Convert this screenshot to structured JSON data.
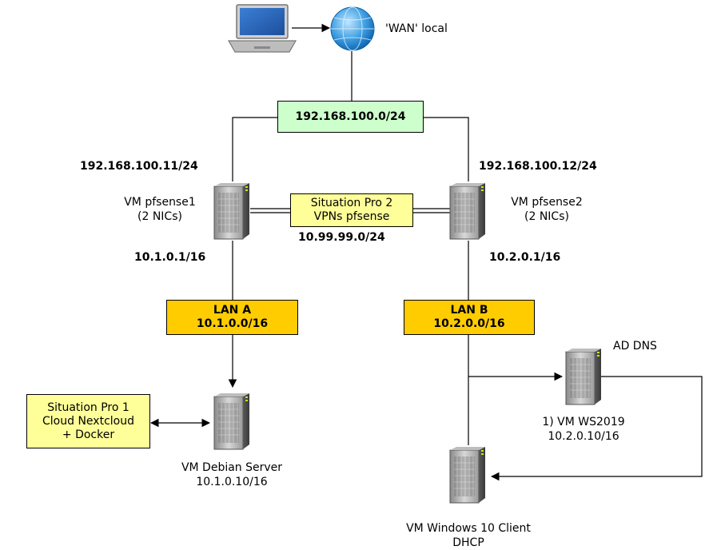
{
  "wan_label": "'WAN' local",
  "subnets": {
    "wan_net": "192.168.100.0/24",
    "lan_a": [
      "LAN A",
      "10.1.0.0/16"
    ],
    "lan_b": [
      "LAN B",
      "10.2.0.0/16"
    ]
  },
  "vpn_box": [
    "Situation Pro 2",
    "VPNs pfsense"
  ],
  "vpn_net": "10.99.99.0/24",
  "pfsense1": {
    "wan_ip": "192.168.100.11/24",
    "name": [
      "VM pfsense1",
      "(2 NICs)"
    ],
    "lan_ip": "10.1.0.1/16"
  },
  "pfsense2": {
    "wan_ip": "192.168.100.12/24",
    "name": [
      "VM pfsense2",
      "(2 NICs)"
    ],
    "lan_ip": "10.2.0.1/16"
  },
  "cloud_box": [
    "Situation Pro 1",
    "Cloud Nextcloud",
    "+ Docker"
  ],
  "debian": [
    "VM Debian Server",
    "10.1.0.10/16"
  ],
  "ws2019": {
    "role": "AD DNS",
    "name": [
      "1) VM WS2019",
      "10.2.0.10/16"
    ]
  },
  "win10": [
    "VM Windows 10 Client",
    "DHCP"
  ],
  "colors": {
    "wan_net": "#ccffcc",
    "lan": "#ffcc00",
    "note": "#ffff99"
  },
  "icons": [
    "laptop-icon",
    "globe-icon",
    "server-icon"
  ]
}
